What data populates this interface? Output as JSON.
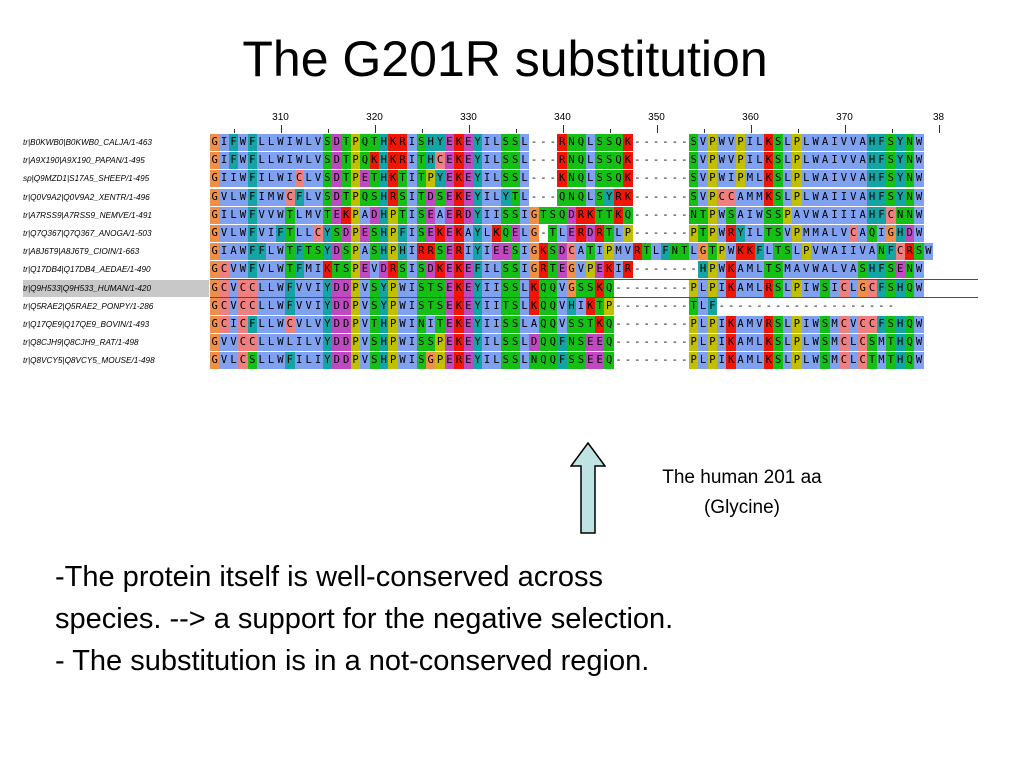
{
  "slide": {
    "title": "The G201R substitution",
    "annotation_line1": "The human 201 aa",
    "annotation_line2": "(Glycine)",
    "bullets": [
      "-The protein itself is well-conserved across",
      "species. --> a support for the negative selection.",
      "- The substitution is in a not-conserved region."
    ]
  },
  "alignment": {
    "ruler_labels": [
      "310",
      "320",
      "330",
      "340",
      "350",
      "360",
      "370",
      "38"
    ],
    "highlighted_row": 8,
    "rows": [
      {
        "name": "tr|B0KWB0|B0KWB0_CALJA/1-463",
        "seq": "GIFWFLLWIWLVSDTPQTHKRISHYEKEYILSSL---RNQLSSQK------SVPWVPILKSLPLWAIVVAHFSYNW"
      },
      {
        "name": "tr|A9X190|A9X190_PAPAN/1-495",
        "seq": "GIFWFLLWIWLVSDTPQKHKRITHCEKEYILSSL---RNQLSSQK------SVPWVPILKSLPLWAIVVAHFSYNW"
      },
      {
        "name": "sp|Q9MZD1|S17A5_SHEEP/1-495",
        "seq": "GIIWFILWICLVSDTPETHKTITPYEKEYILSSL---KNQLSSQK------SVPWIPMLKSLPLWAIVVAHFSYNW"
      },
      {
        "name": "tr|Q0V9A2|Q0V9A2_XENTR/1-496",
        "seq": "GVLWFIMWCFLVSDTPQSHRSITDSEKEYILYTL---QNQLSYRK------SVPCCAMMKSLPLWAIIVAHFSYNW"
      },
      {
        "name": "tr|A7RSS9|A7RSS9_NEMVE/1-491",
        "seq": "GILWFVVWTLMVTEKPADHPTISEAERDYIISSIGTSQDRKTTKQ------NTPWSAIWSSPAVWAIIIAHFCNNW"
      },
      {
        "name": "tr|Q7Q367|Q7Q367_ANOGA/1-503",
        "seq": "GVLWFVIFTLLCYSDPESHPFISEKEKAYLKQELG-TLERDRTLP------PTPWRYILTSVPMMALVCAQIGHDW"
      },
      {
        "name": "tr|A8J6T9|A8J6T9_CIOIN/1-663",
        "seq": "GIAWFFLWTFTSYDSPASHPHIRRSERIYIEESIGKSDCATIPMVRTLFNTLGTPWKKFLTSLPVWAIIVANFCRSW"
      },
      {
        "name": "tr|Q17DB4|Q17DB4_AEDAE/1-490",
        "seq": "GCVWFVLWTFMIKTSPEVDRSISDKEKEFILSSIGRTEGVPEKIR-------HPWKAMLTSMAVWALVASHFSENW"
      },
      {
        "name": "tr|Q9H533|Q9H533_HUMAN/1-420",
        "seq": "GCVCCLLWFVVIYDDPVSYPWISTSEKEYIISSLKQQVGSSKQ--------PLPIKAMLRSLPIWSICLGCFSHQW"
      },
      {
        "name": "tr|Q5RAE2|Q5RAE2_PONPY/1-286",
        "seq": "GCVCCLLWFVVIYDDPVSYPWISTSEKEYIITSLKQQVHIKTP--------TLF-------------------"
      },
      {
        "name": "tr|Q17QE9|Q17QE9_BOVIN/1-493",
        "seq": "GCICFLLWCVLVYDDPVTHPWINITEKEYIISSLAQQVSSTKQ--------PLPIKAMVRSLPIWSMCVCCFSHQW"
      },
      {
        "name": "tr|Q8CJH9|Q8CJH9_RAT/1-498",
        "seq": "GVVCCLLWLILVYDDPVSHPWISSPEKEYILSSLDQQFNSEEQ--------PLPIKAMLKSLPLWSMCLCSMTHQW"
      },
      {
        "name": "tr|Q8VCY5|Q8VCY5_MOUSE/1-498",
        "seq": "GVLCSLLWFILIYDDPVSHPWISGPEREYILSSLNQQFSSEEQ--------PLPIKAMLKSLPLWSMCLCTMTHQW"
      }
    ]
  },
  "colors": {
    "hydrophobic": "#80a0f0",
    "glycine": "#f09048",
    "proline": "#c0c000",
    "polar": "#15c015",
    "acidic": "#c048c0",
    "basic": "#f01505",
    "cysteine": "#f08080",
    "aromatic": "#15a4a4",
    "arrow_fill": "#bfe3e3",
    "separator": "#e01010"
  }
}
